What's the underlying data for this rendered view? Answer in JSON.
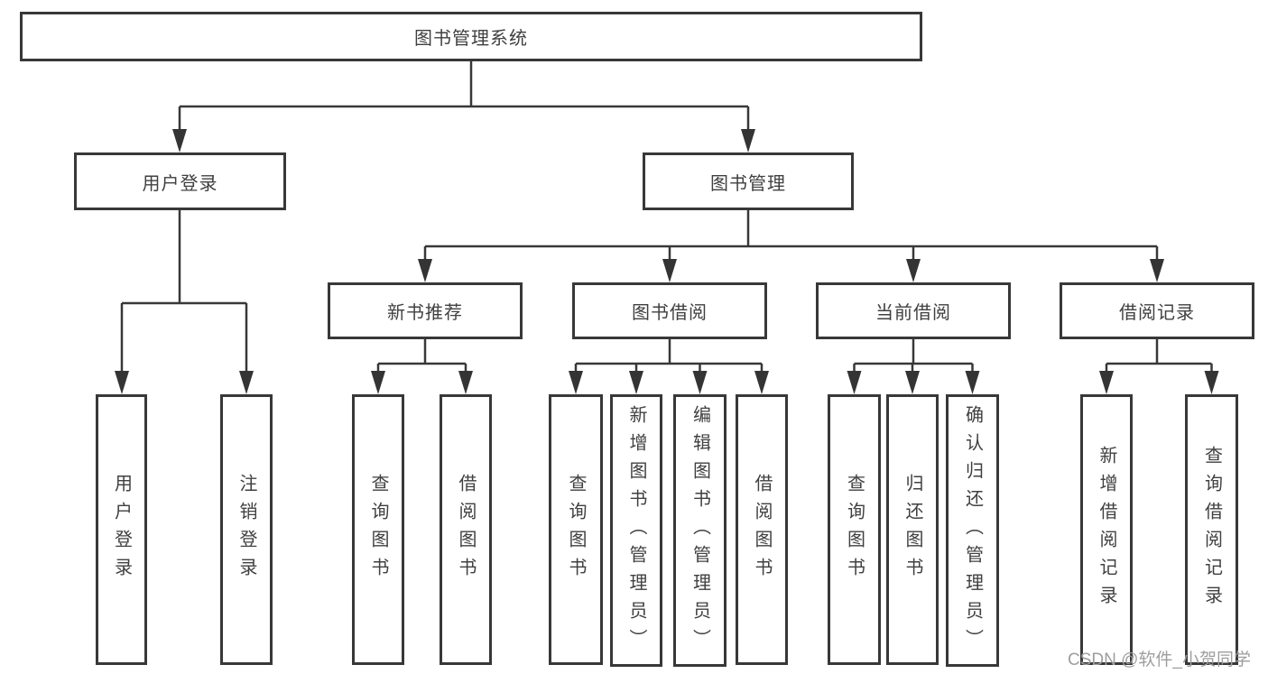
{
  "tree": {
    "label": "图书管理系统",
    "children": [
      {
        "label": "用户登录",
        "children": [
          {
            "label": "用户登录"
          },
          {
            "label": "注销登录"
          }
        ]
      },
      {
        "label": "图书管理",
        "children": [
          {
            "label": "新书推荐",
            "children": [
              {
                "label": "查询图书"
              },
              {
                "label": "借阅图书"
              }
            ]
          },
          {
            "label": "图书借阅",
            "children": [
              {
                "label": "查询图书"
              },
              {
                "label": "新增图书（管理员）"
              },
              {
                "label": "编辑图书（管理员）"
              },
              {
                "label": "借阅图书"
              }
            ]
          },
          {
            "label": "当前借阅",
            "children": [
              {
                "label": "查询图书"
              },
              {
                "label": "归还图书"
              },
              {
                "label": "确认归还（管理员）"
              }
            ]
          },
          {
            "label": "借阅记录",
            "children": [
              {
                "label": "新增借阅记录"
              },
              {
                "label": "查询借阅记录"
              }
            ]
          }
        ]
      }
    ]
  },
  "watermark": {
    "text": "CSDN @软件_小贺同学"
  },
  "colors": {
    "line": "#383838",
    "arrow": "#343434",
    "text": "#404040",
    "background": "#ffffff",
    "watermark": "#9e9e9e"
  }
}
